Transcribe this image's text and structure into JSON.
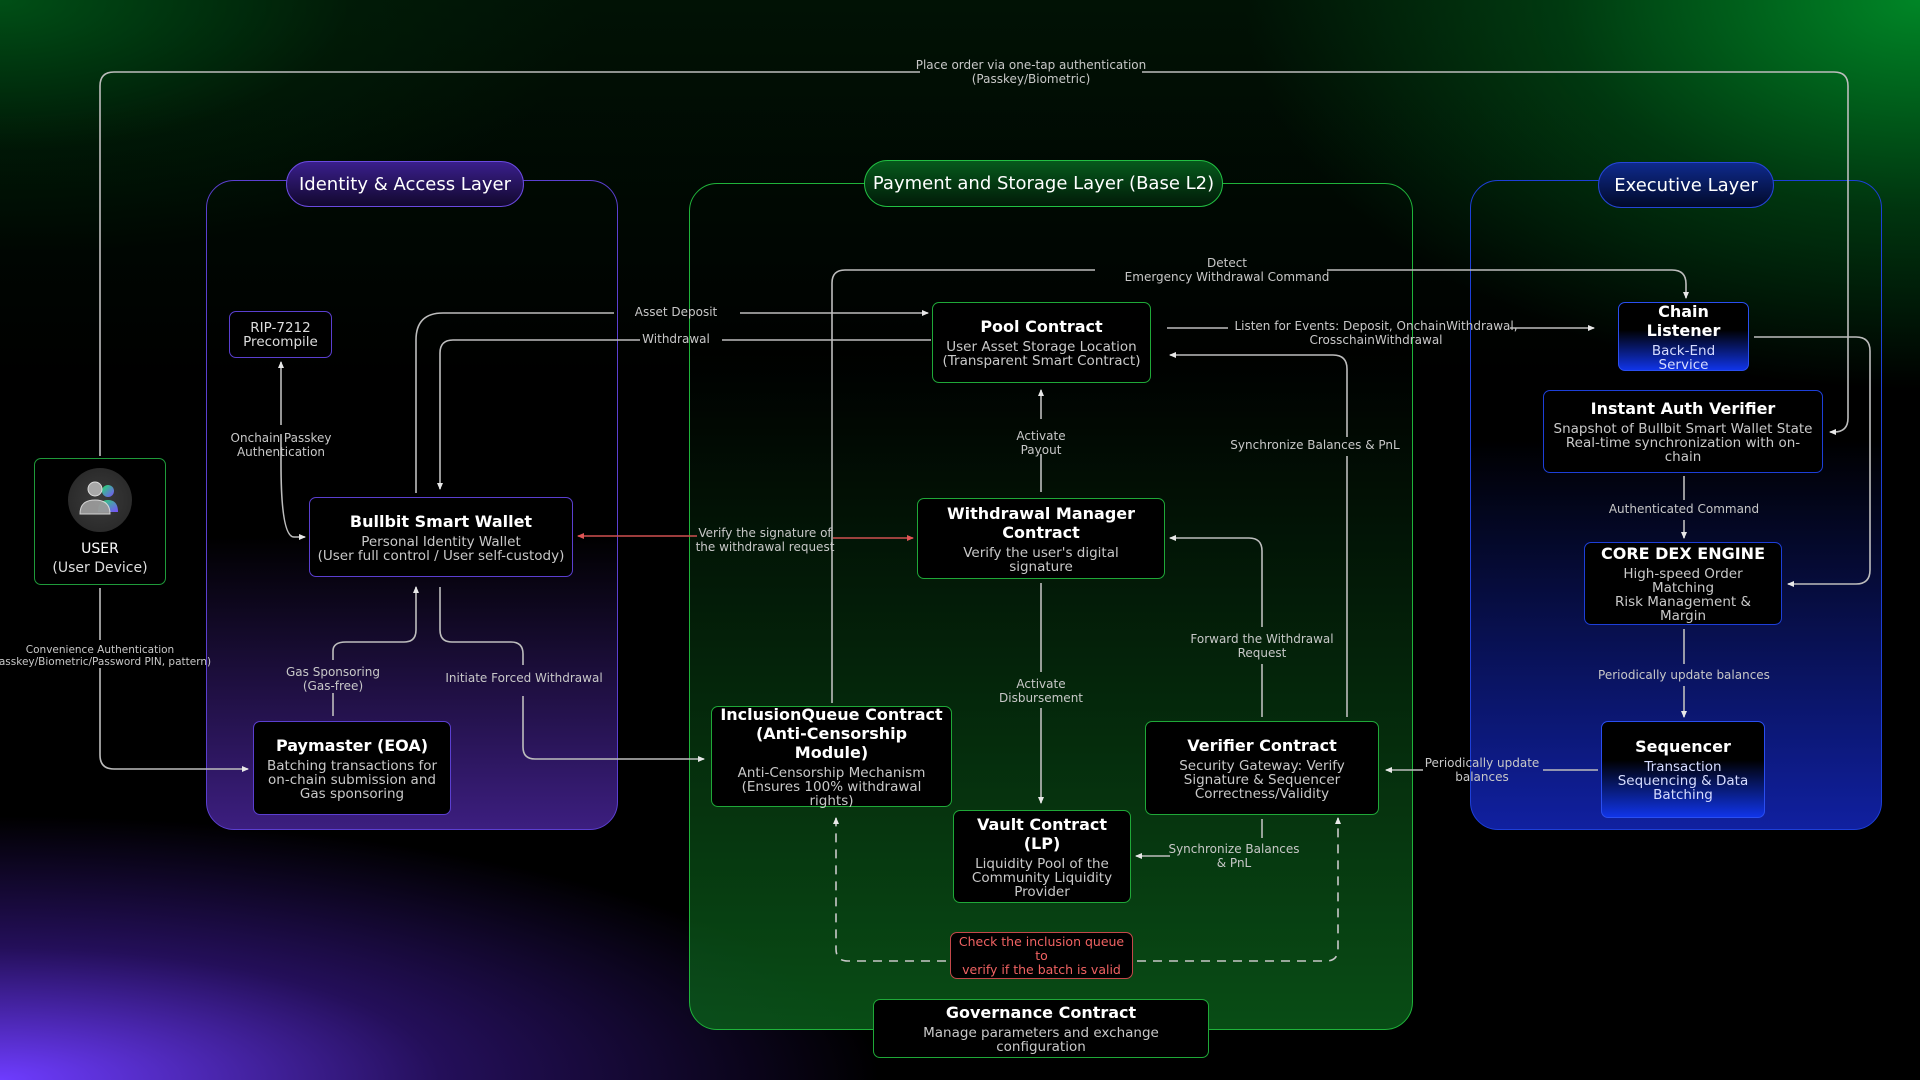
{
  "layers": {
    "identity": "Identity & Access Layer",
    "payment": "Payment and Storage Layer (Base L2)",
    "executive": "Executive Layer"
  },
  "user": {
    "title": "USER",
    "subtitle": "(User Device)",
    "icon": "users-icon"
  },
  "nodes": {
    "rip": {
      "title": "RIP-7212",
      "subtitle": "Precompile"
    },
    "wallet": {
      "title": "Bullbit Smart Wallet",
      "line1": "Personal Identity Wallet",
      "line2": "(User full control / User self-custody)"
    },
    "paymaster": {
      "title": "Paymaster (EOA)",
      "line1": "Batching transactions for",
      "line2": "on-chain submission and",
      "line3": "Gas sponsoring"
    },
    "pool": {
      "title": "Pool Contract",
      "line1": "User Asset Storage Location",
      "line2": "(Transparent Smart Contract)"
    },
    "withdrawal": {
      "title": "Withdrawal Manager Contract",
      "line1": "Verify the user's digital",
      "line2": "signature"
    },
    "inclusion": {
      "title1": "InclusionQueue Contract",
      "title2": "(Anti-Censorship Module)",
      "line1": "Anti-Censorship Mechanism",
      "line2": "(Ensures 100% withdrawal rights)"
    },
    "vault": {
      "title": "Vault Contract (LP)",
      "line1": "Liquidity Pool of the",
      "line2": "Community Liquidity",
      "line3": "Provider"
    },
    "verifier": {
      "title": "Verifier Contract",
      "line1": "Security Gateway: Verify",
      "line2": "Signature & Sequencer",
      "line3": "Correctness/Validity"
    },
    "check": {
      "line1": "Check the inclusion queue to",
      "line2": "verify if the batch is valid"
    },
    "governance": {
      "title": "Governance Contract",
      "line1": "Manage parameters and exchange configuration"
    },
    "listener": {
      "title": "Chain Listener",
      "line1": "Back-End Service"
    },
    "auth": {
      "title": "Instant Auth Verifier",
      "line1": "Snapshot of Bullbit Smart Wallet State",
      "line2": "Real-time synchronization with on-chain"
    },
    "dex": {
      "title": "CORE DEX ENGINE",
      "line1": "High-speed Order Matching",
      "line2": "Risk Management & Margin"
    },
    "sequencer": {
      "title": "Sequencer",
      "line1": "Transaction",
      "line2": "Sequencing & Data",
      "line3": "Batching"
    }
  },
  "edges": {
    "place_order": {
      "l1": "Place order via one-tap authentication",
      "l2": "(Passkey/Biometric)"
    },
    "convenience": {
      "l1": "Convenience Authentication",
      "l2": "(Passkey/Biometric/Password PIN, pattern)"
    },
    "onchain_passkey": {
      "l1": "Onchain Passkey",
      "l2": "Authentication"
    },
    "asset_deposit": "Asset Deposit",
    "withdrawal": "Withdrawal",
    "gas_sponsoring": {
      "l1": "Gas Sponsoring",
      "l2": "(Gas-free)"
    },
    "forced_withdrawal": "Initiate Forced Withdrawal",
    "verify_signature": {
      "l1": "Verify the signature of",
      "l2": "the withdrawal request"
    },
    "detect": {
      "l1": "Detect",
      "l2": "Emergency Withdrawal Command"
    },
    "listen": {
      "l1": "Listen for Events: Deposit, OnchainWithdrawal,",
      "l2": "CrosschainWithdrawal"
    },
    "activate_payout": {
      "l1": "Activate",
      "l2": "Payout"
    },
    "sync_balances": "Synchronize Balances & PnL",
    "forward_withdrawal": {
      "l1": "Forward the Withdrawal",
      "l2": "Request"
    },
    "activate_disbursement": {
      "l1": "Activate",
      "l2": "Disbursement"
    },
    "sync_balances_vault": {
      "l1": "Synchronize Balances",
      "l2": "& PnL"
    },
    "periodic_verifier": {
      "l1": "Periodically update",
      "l2": "balances"
    },
    "authenticated_command": "Authenticated Command",
    "periodic_sequencer": "Periodically update balances"
  },
  "colors": {
    "identity": "#5b3fd0",
    "payment": "#1fa838",
    "executive": "#1d3fd8",
    "wire": "#bdbdbd",
    "alert": "#e05555"
  }
}
